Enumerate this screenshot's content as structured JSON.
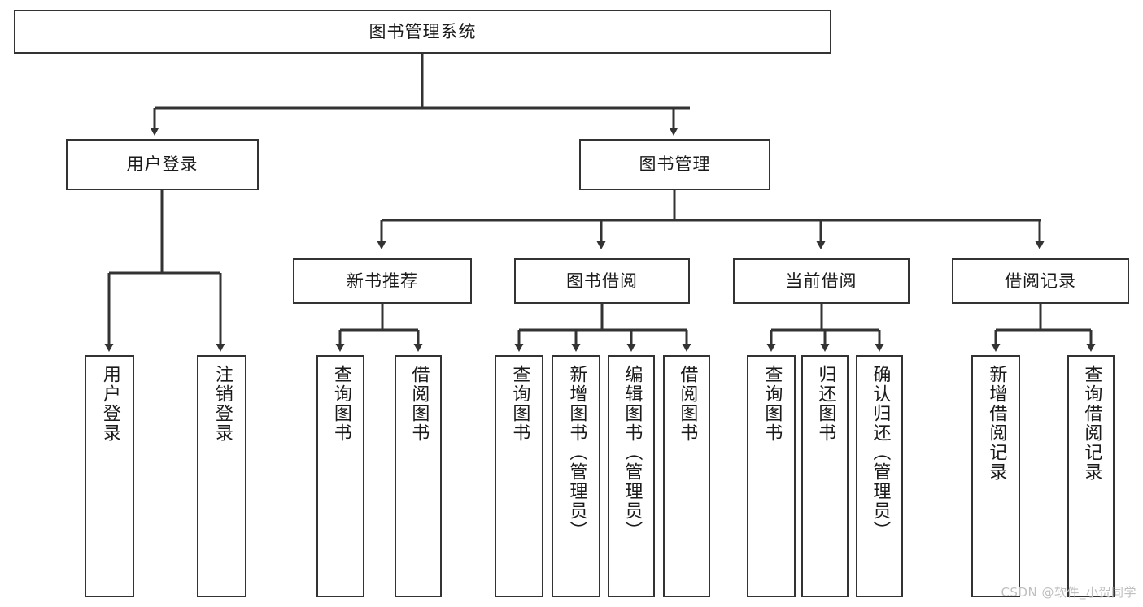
{
  "diagram": {
    "title_node": {
      "label": "图书管理系统"
    },
    "level2": [
      {
        "label": "用户登录"
      },
      {
        "label": "图书管理"
      }
    ],
    "level3": [
      {
        "label": "新书推荐"
      },
      {
        "label": "图书借阅"
      },
      {
        "label": "当前借阅"
      },
      {
        "label": "借阅记录"
      }
    ],
    "leaves": [
      {
        "label": "用户登录"
      },
      {
        "label": "注销登录"
      },
      {
        "label": "查询图书"
      },
      {
        "label": "借阅图书"
      },
      {
        "label": "查询图书"
      },
      {
        "label": "新增图书（管理员）"
      },
      {
        "label": "编辑图书（管理员）"
      },
      {
        "label": "借阅图书"
      },
      {
        "label": "查询图书"
      },
      {
        "label": "归还图书"
      },
      {
        "label": "确认归还（管理员）"
      },
      {
        "label": "新增借阅记录"
      },
      {
        "label": "查询借阅记录"
      }
    ]
  },
  "watermark": {
    "text": "CSDN @软件_小贺同学"
  },
  "colors": {
    "stroke": "#333333",
    "fill": "#ffffff",
    "text": "#1a1a1a",
    "watermark": "#bfbfbf"
  }
}
